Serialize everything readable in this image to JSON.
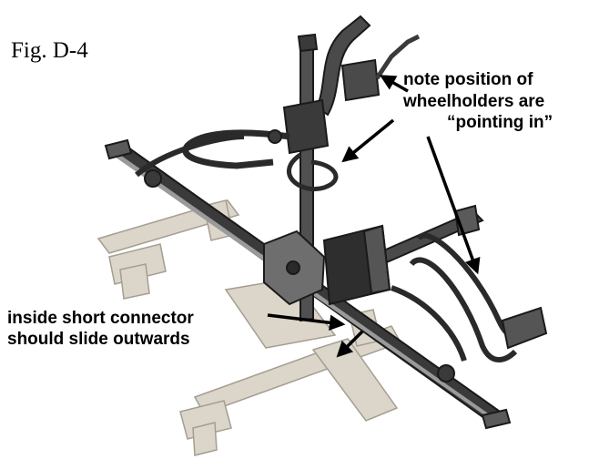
{
  "figure": {
    "label": "Fig. D-4"
  },
  "callouts": {
    "wheelholders_line1": "note position of",
    "wheelholders_line2": "wheelholders are",
    "wheelholders_line3": "“pointing in”",
    "connector_line1": "inside short connector",
    "connector_line2": "should slide outwards"
  },
  "colors": {
    "metal_dark": "#3a3a3a",
    "metal_mid": "#6e6e6e",
    "ghost_part": "#dcd5c9",
    "ghost_edge": "#a49d92",
    "arrow": "#000000"
  }
}
